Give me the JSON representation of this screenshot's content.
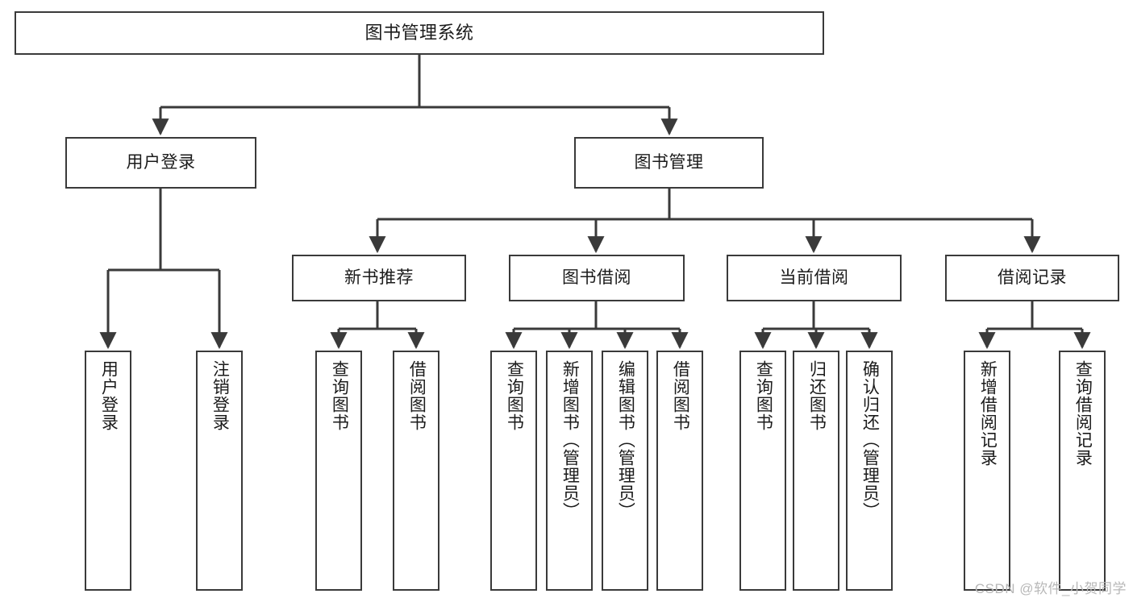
{
  "diagram": {
    "type": "tree",
    "title": "图书管理系统",
    "stroke_color": "#3a3a3a",
    "background_color": "#ffffff",
    "text_color": "#1b1b1b",
    "nodes": {
      "root": {
        "label": "图书管理系统"
      },
      "level1": [
        {
          "id": "user-login",
          "label": "用户登录"
        },
        {
          "id": "book-manage",
          "label": "图书管理"
        }
      ],
      "level2": [
        {
          "id": "new-book-rec",
          "label": "新书推荐"
        },
        {
          "id": "book-borrow",
          "label": "图书借阅"
        },
        {
          "id": "current-borrow",
          "label": "当前借阅"
        },
        {
          "id": "borrow-record",
          "label": "借阅记录"
        }
      ],
      "leaves": [
        {
          "id": "leaf-user-login",
          "label": "用户登录",
          "parent": "user-login"
        },
        {
          "id": "leaf-logout",
          "label": "注销登录",
          "parent": "user-login"
        },
        {
          "id": "leaf-query-book-1",
          "label": "查询图书",
          "parent": "new-book-rec"
        },
        {
          "id": "leaf-borrow-book-1",
          "label": "借阅图书",
          "parent": "new-book-rec"
        },
        {
          "id": "leaf-query-book-2",
          "label": "查询图书",
          "parent": "book-borrow"
        },
        {
          "id": "leaf-add-book",
          "label": "新增图书（管理员）",
          "parent": "book-borrow"
        },
        {
          "id": "leaf-edit-book",
          "label": "编辑图书（管理员）",
          "parent": "book-borrow"
        },
        {
          "id": "leaf-borrow-book-2",
          "label": "借阅图书",
          "parent": "book-borrow"
        },
        {
          "id": "leaf-query-book-3",
          "label": "查询图书",
          "parent": "current-borrow"
        },
        {
          "id": "leaf-return-book",
          "label": "归还图书",
          "parent": "current-borrow"
        },
        {
          "id": "leaf-confirm-return",
          "label": "确认归还（管理员）",
          "parent": "current-borrow"
        },
        {
          "id": "leaf-add-record",
          "label": "新增借阅记录",
          "parent": "borrow-record"
        },
        {
          "id": "leaf-query-record",
          "label": "查询借阅记录",
          "parent": "borrow-record"
        }
      ]
    }
  },
  "watermark": {
    "text": "CSDN @软件_小贺同学"
  }
}
